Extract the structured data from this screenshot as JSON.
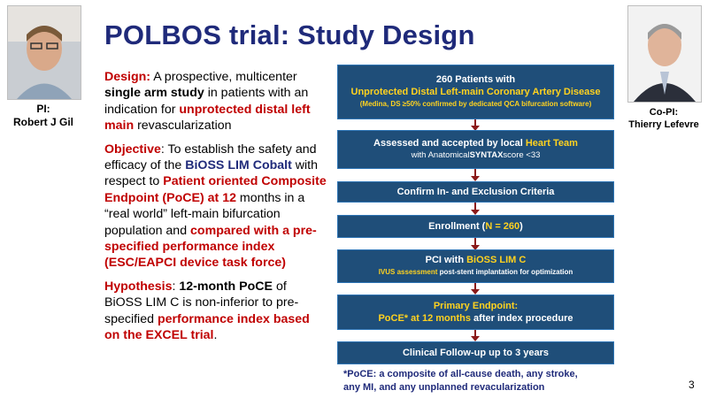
{
  "title": "POLBOS trial: Study Design",
  "pi": {
    "role": "PI:",
    "name": "Robert J Gil"
  },
  "copi": {
    "role": "Co-PI:",
    "name": "Thierry Lefevre"
  },
  "design": {
    "label": "Design:",
    "t1": " A prospective, multicenter ",
    "t2": "single arm study",
    "t3": " in patients with an indication for ",
    "t4": "unprotected distal left main",
    "t5": " revascularization"
  },
  "objective": {
    "label": "Objective",
    "t1": ": To establish the safety and efficacy of the ",
    "t2": "BiOSS LIM Cobalt",
    "t3": " with respect to ",
    "t4": "Patient oriented Composite Endpoint (PoCE) at 12",
    "t5": " months in a “real world” left-main bifurcation population and ",
    "t6": "compared with a pre-specified performance index (ESC/EAPCI device task force)"
  },
  "hypothesis": {
    "label": "Hypothesis",
    "t1": ": ",
    "t2": "12-month PoCE",
    "t3": " of BiOSS LIM C is non-inferior to pre-specified ",
    "t4": "performance index based on the EXCEL trial",
    "t5": "."
  },
  "flow": {
    "b1_l1": "260 Patients with",
    "b1_l2": "Unprotected Distal Left-main Coronary Artery Disease",
    "b1_l3": "(Medina, DS ≥50% confirmed by dedicated  QCA bifurcation  software)",
    "b2_a": "Assessed and accepted by local ",
    "b2_b": "Heart Team",
    "b2_c": "with Anatomical",
    "b2_d": "SYNTAX",
    "b2_e": "score <33",
    "b3": "Confirm In- and Exclusion Criteria",
    "b4_a": "Enrollment (",
    "b4_b": "N = 260",
    "b4_c": ")",
    "b5_a": "PCI with ",
    "b5_b": "BiOSS LIM C",
    "b5_c": "IVUS assessment",
    "b5_d": " post-stent implantation  for optimization",
    "b6_a": "Primary Endpoint:",
    "b6_b": "PoCE* at 12 months",
    "b6_c": " after index procedure",
    "b7": "Clinical  Follow-up up to 3 years"
  },
  "footnote": {
    "l1": "*PoCE: a composite of all-cause death, any stroke,",
    "l2": "any MI, and any unplanned  revacularization"
  },
  "page_number": "3"
}
